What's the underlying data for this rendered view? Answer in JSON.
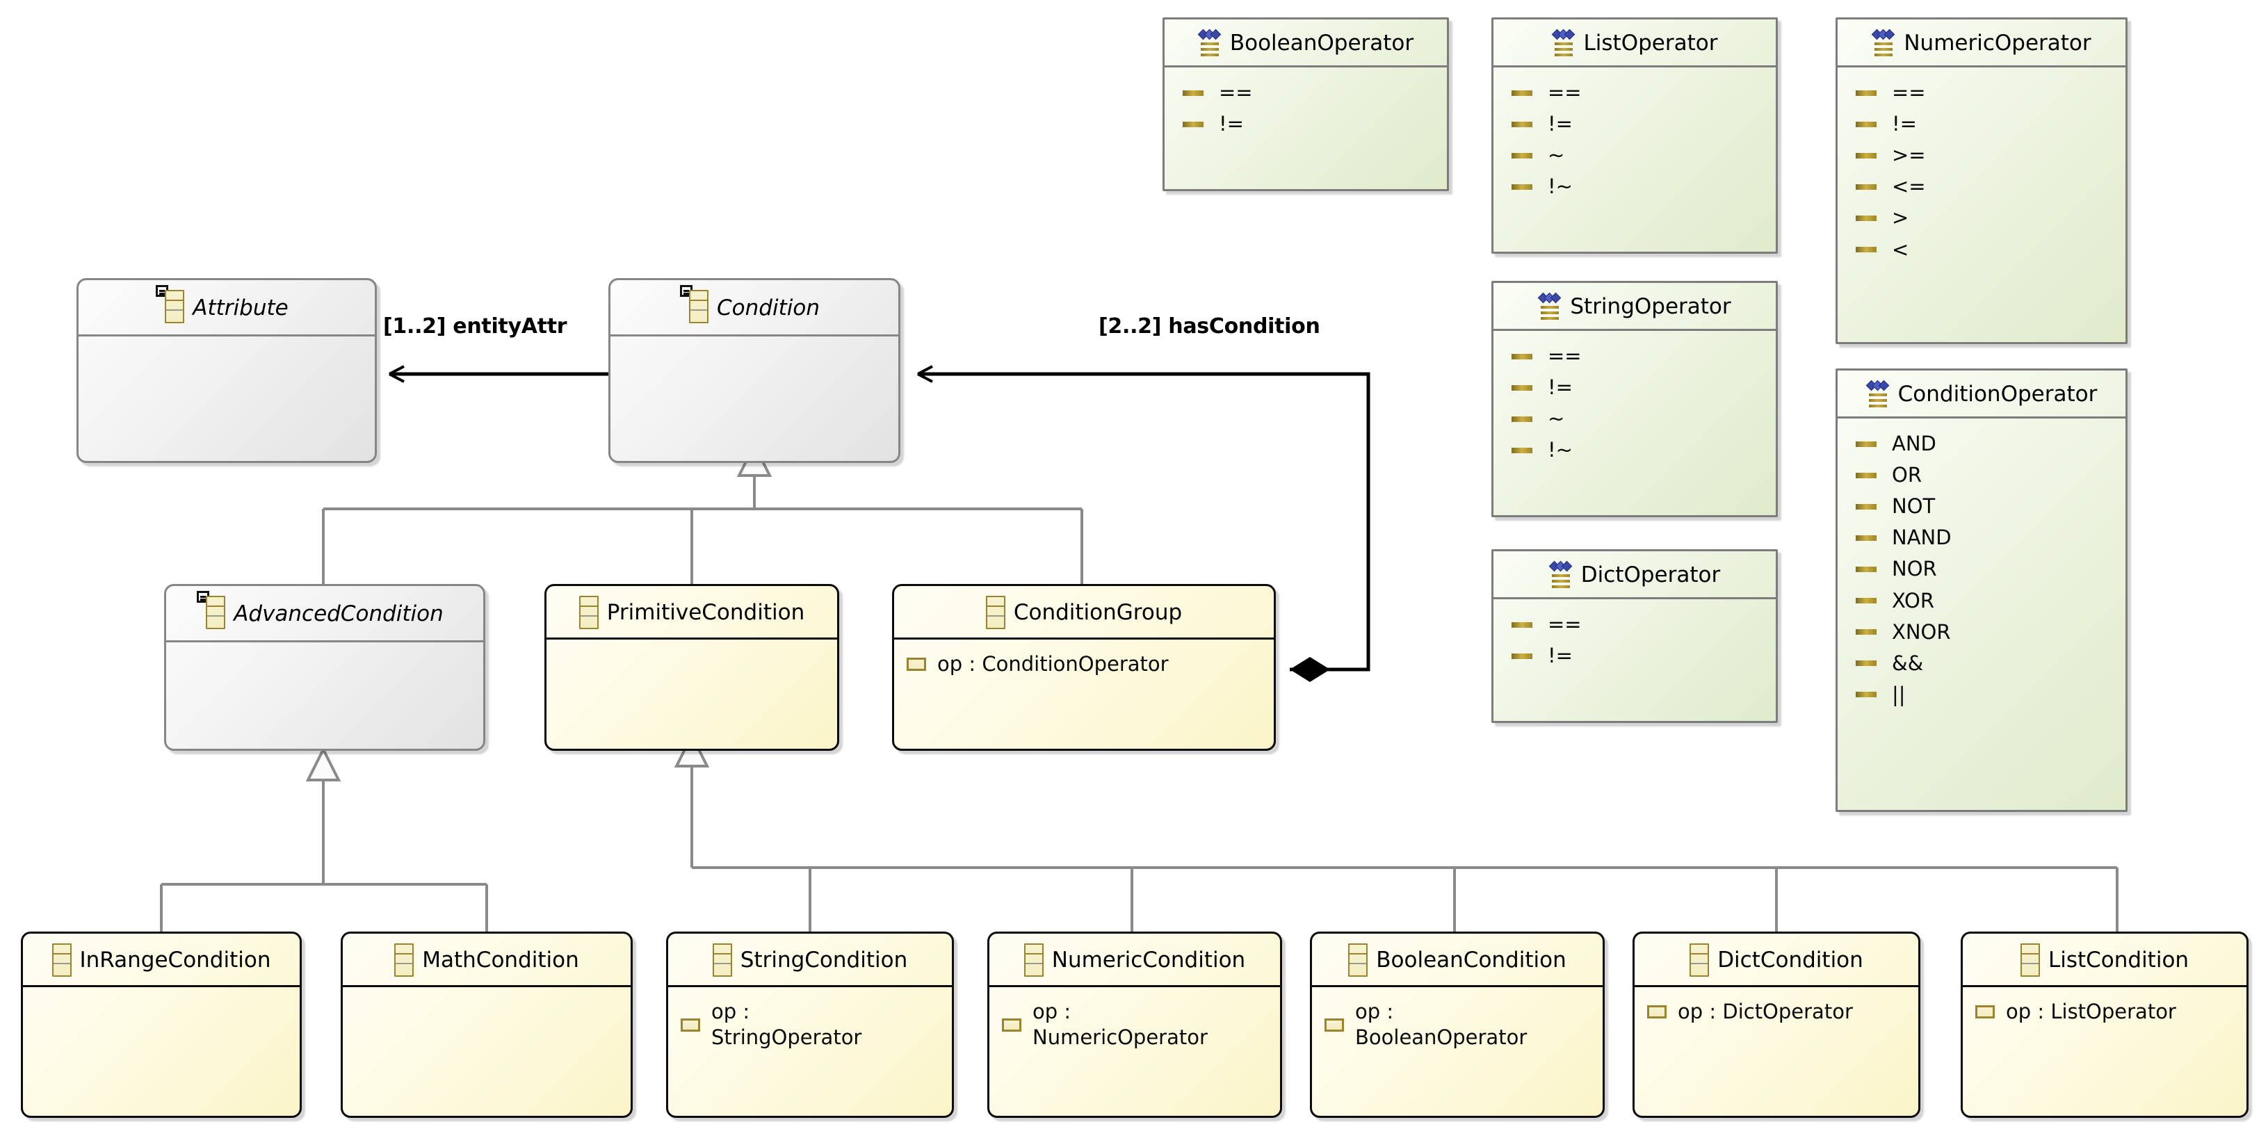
{
  "diagram": {
    "kind": "uml-class-diagram",
    "colors": {
      "class_fill": "#fdfbe3",
      "class_border": "#0b0b0b",
      "abstract_fill": "#f0f0f0",
      "abstract_border": "#868686",
      "enum_fill": "#e8f1d8",
      "enum_border": "#7c7c7c",
      "edge_solid": "#000000",
      "edge_inherit": "#888888"
    }
  },
  "classes": {
    "attribute": {
      "name": "Attribute",
      "icon": "abstract-class-icon",
      "stereotype": "abstract",
      "attributes": []
    },
    "condition": {
      "name": "Condition",
      "icon": "abstract-class-icon",
      "stereotype": "abstract",
      "attributes": []
    },
    "advanced_condition": {
      "name": "AdvancedCondition",
      "icon": "abstract-class-icon",
      "stereotype": "abstract",
      "attributes": []
    },
    "primitive_condition": {
      "name": "PrimitiveCondition",
      "icon": "class-icon",
      "stereotype": "class",
      "attributes": []
    },
    "condition_group": {
      "name": "ConditionGroup",
      "icon": "class-icon",
      "stereotype": "class",
      "attributes": [
        {
          "icon": "field-icon",
          "text": "op : ConditionOperator"
        }
      ]
    },
    "inrange_condition": {
      "name": "InRangeCondition",
      "icon": "class-icon",
      "stereotype": "class",
      "attributes": []
    },
    "math_condition": {
      "name": "MathCondition",
      "icon": "class-icon",
      "stereotype": "class",
      "attributes": []
    },
    "string_condition": {
      "name": "StringCondition",
      "icon": "class-icon",
      "stereotype": "class",
      "attributes": [
        {
          "icon": "field-icon",
          "text": "op :\nStringOperator"
        }
      ]
    },
    "numeric_condition": {
      "name": "NumericCondition",
      "icon": "class-icon",
      "stereotype": "class",
      "attributes": [
        {
          "icon": "field-icon",
          "text": "op :\nNumericOperator"
        }
      ]
    },
    "boolean_condition": {
      "name": "BooleanCondition",
      "icon": "class-icon",
      "stereotype": "class",
      "attributes": [
        {
          "icon": "field-icon",
          "text": "op :\nBooleanOperator"
        }
      ]
    },
    "dict_condition": {
      "name": "DictCondition",
      "icon": "class-icon",
      "stereotype": "class",
      "attributes": [
        {
          "icon": "field-icon",
          "text": "op : DictOperator"
        }
      ]
    },
    "list_condition": {
      "name": "ListCondition",
      "icon": "class-icon",
      "stereotype": "class",
      "attributes": [
        {
          "icon": "field-icon",
          "text": "op : ListOperator"
        }
      ]
    }
  },
  "enums": {
    "boolean_operator": {
      "name": "BooleanOperator",
      "icon": "enum-icon",
      "literals": [
        "==",
        "!="
      ]
    },
    "list_operator": {
      "name": "ListOperator",
      "icon": "enum-icon",
      "literals": [
        "==",
        "!=",
        "~",
        "!~"
      ]
    },
    "numeric_operator": {
      "name": "NumericOperator",
      "icon": "enum-icon",
      "literals": [
        "==",
        "!=",
        ">=",
        "<=",
        ">",
        "<"
      ]
    },
    "string_operator": {
      "name": "StringOperator",
      "icon": "enum-icon",
      "literals": [
        "==",
        "!=",
        "~",
        "!~"
      ]
    },
    "dict_operator": {
      "name": "DictOperator",
      "icon": "enum-icon",
      "literals": [
        "==",
        "!="
      ]
    },
    "condition_operator": {
      "name": "ConditionOperator",
      "icon": "enum-icon",
      "literals": [
        "AND",
        "OR",
        "NOT",
        "NAND",
        "NOR",
        "XOR",
        "XNOR",
        "&&",
        "||"
      ]
    }
  },
  "relations": {
    "entity_attr": {
      "label": "[1..2] entityAttr",
      "from": "Condition",
      "to": "Attribute",
      "type": "association"
    },
    "has_condition": {
      "label": "[2..2] hasCondition",
      "from": "ConditionGroup",
      "to": "Condition",
      "type": "composition"
    }
  },
  "generalizations": [
    {
      "parent": "Condition",
      "children": [
        "AdvancedCondition",
        "PrimitiveCondition",
        "ConditionGroup"
      ]
    },
    {
      "parent": "AdvancedCondition",
      "children": [
        "InRangeCondition",
        "MathCondition"
      ]
    },
    {
      "parent": "PrimitiveCondition",
      "children": [
        "StringCondition",
        "NumericCondition",
        "BooleanCondition",
        "DictCondition",
        "ListCondition"
      ]
    }
  ]
}
